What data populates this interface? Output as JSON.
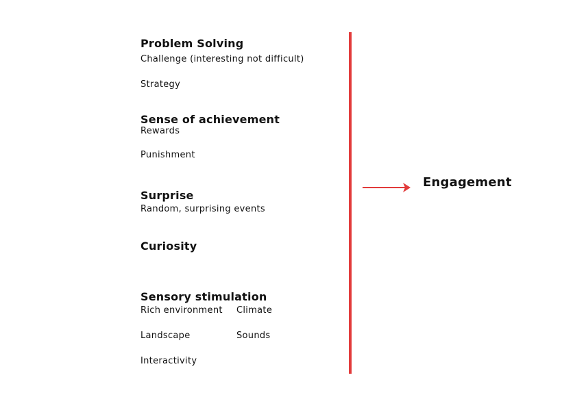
{
  "factors": {
    "problem_solving": {
      "title": "Problem Solving",
      "items": [
        "Challenge (interesting not difficult)",
        "Strategy"
      ]
    },
    "achievement": {
      "title": "Sense of achievement",
      "items": [
        "Rewards",
        "Punishment"
      ]
    },
    "surprise": {
      "title": "Surprise",
      "items": [
        "Random, surprising events"
      ]
    },
    "curiosity": {
      "title": "Curiosity"
    },
    "sensory": {
      "title": "Sensory stimulation",
      "items": [
        "Rich environment",
        "Climate",
        "Landscape",
        "Sounds",
        "Interactivity"
      ]
    }
  },
  "outcome": "Engagement",
  "colors": {
    "accent": "#e23b3b",
    "text": "#111111"
  }
}
